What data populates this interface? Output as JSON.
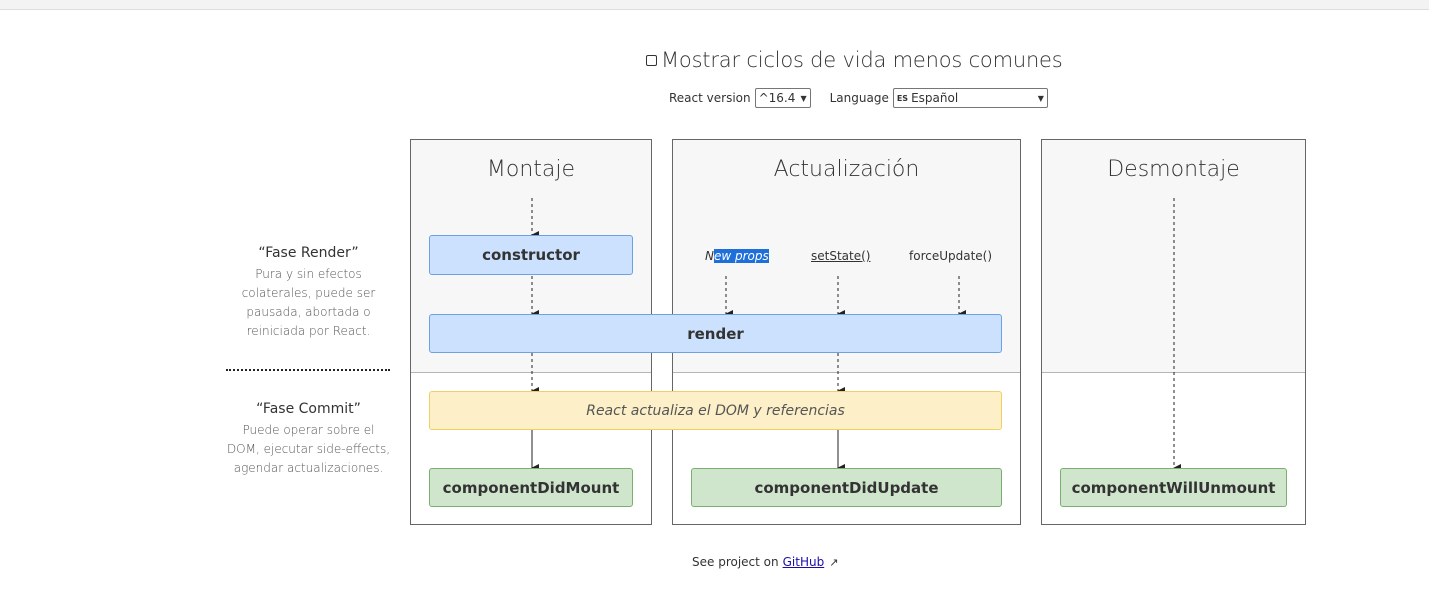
{
  "lifecycle_toggle": {
    "label": "Mostrar ciclos de vida menos comunes",
    "checked": false
  },
  "controls": {
    "react_version_label": "React version",
    "react_version_value": "^16.4",
    "language_label": "Language",
    "language_flag": "ES",
    "language_value": "Español"
  },
  "columns": {
    "mounting": {
      "title": "Montaje"
    },
    "updating": {
      "title": "Actualización"
    },
    "unmounting": {
      "title": "Desmontaje"
    }
  },
  "triggers": {
    "new_props_prefix": "N",
    "new_props_rest": "ew props",
    "set_state": "setState()",
    "force_update": "forceUpdate()"
  },
  "methods": {
    "constructor": "constructor",
    "render": "render",
    "dom_update": "React actualiza el DOM y referencias",
    "did_mount": "componentDidMount",
    "did_update": "componentDidUpdate",
    "will_unmount": "componentWillUnmount"
  },
  "phases": {
    "render": {
      "title": "“Fase Render”",
      "description": "Pura y sin efectos colaterales, puede ser pausada, abortada o reiniciada por React."
    },
    "commit": {
      "title": "“Fase Commit”",
      "description": "Puede operar sobre el DOM, ejecutar side-effects, agendar actualizaciones."
    }
  },
  "footer": {
    "prefix": "See project on",
    "link": "GitHub"
  },
  "colors": {
    "render_box": "#cce1fe",
    "commit_box": "#cfe6cc",
    "dom_box": "#fdf0c8",
    "selection": "#1e6fd9"
  }
}
